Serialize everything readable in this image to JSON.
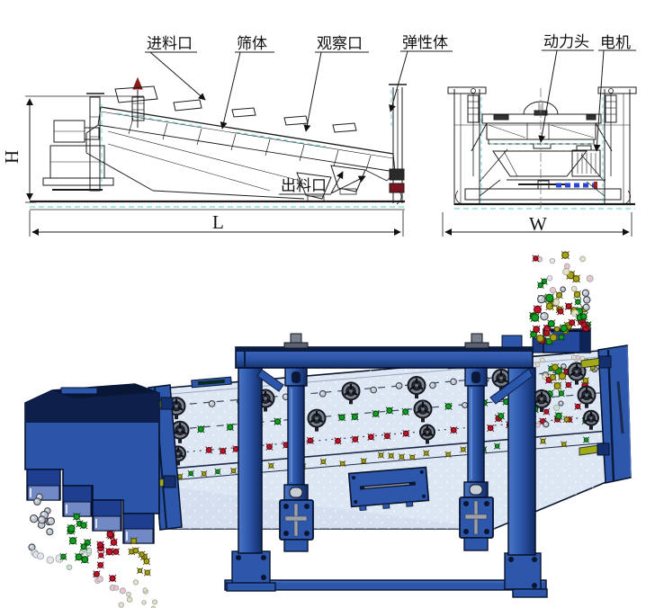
{
  "drawing": {
    "labels": {
      "feed_inlet": "进料口",
      "screen_body": "筛体",
      "observation_port": "观察口",
      "elastic_body": "弹性体",
      "power_head": "动力头",
      "motor": "电机",
      "discharge_outlet": "出料口"
    },
    "dimensions": {
      "height": "H",
      "length": "L",
      "width": "W"
    }
  },
  "colors": {
    "line": "#1c1c1c",
    "accent_cyan": "#52cfca",
    "accent_red": "#8b1a1a",
    "shaft_blue": "#2a46d8",
    "frame_blue": "#2d57ab",
    "frame_light": "#4a76c4",
    "frame_dark": "#0e2458",
    "outline_navy": "#07122c",
    "body_light": "#dde6f3",
    "body_shade": "#ccd8ec",
    "deck_line": "#27344f",
    "handle_green": "#a0ab15",
    "wheel_gray": "#7b818c",
    "particle_red": "#c01328",
    "particle_red_dark": "#5a0410",
    "particle_red_faded": "#e8c6cb",
    "particle_green": "#129e22",
    "particle_green_dark": "#04460a",
    "particle_green_faded": "#c8e4c8",
    "particle_yellow": "#a8a312",
    "particle_yellow_dark": "#4f4c04",
    "particle_yellow_faded": "#e6e2c0",
    "particle_gray": "#c3c9d2",
    "particle_gray_dark": "#3f434c",
    "particle_gray_faded": "#e3e5ea"
  }
}
